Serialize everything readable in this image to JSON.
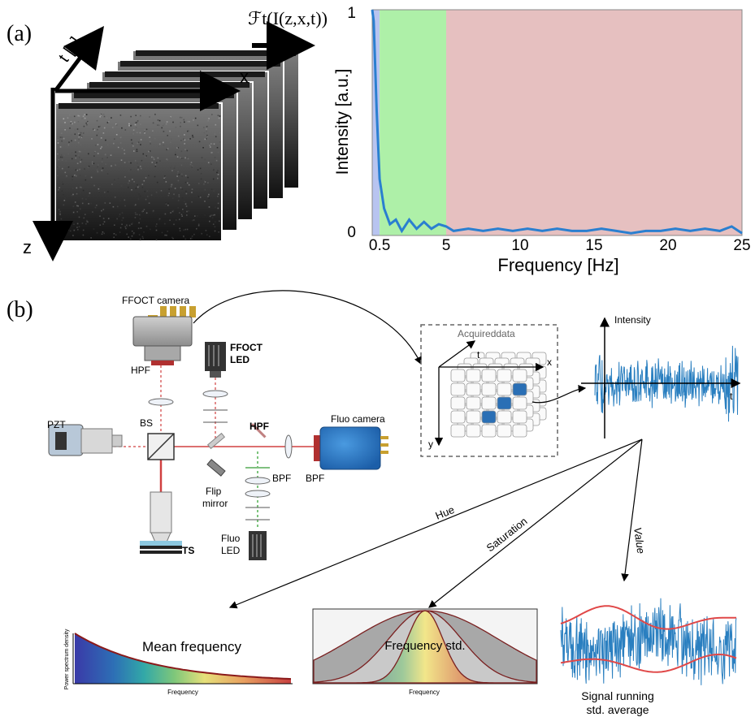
{
  "panel_a": {
    "label": "(a)",
    "stack_axes": {
      "t": "t [s]",
      "x": "x",
      "z": "z"
    },
    "transform_label": "ℱt(I(z,x,t))",
    "plot": {
      "ylabel": "Intensity [a.u.]",
      "xlabel": "Frequency [Hz]",
      "ytick_top": "1",
      "ytick_bottom": "0",
      "xticks": [
        "0.5",
        "5",
        "10",
        "15",
        "20",
        "25"
      ],
      "colors": {
        "low": "#b8c4f0",
        "mid": "#aef0a8",
        "high": "#e6c0c0",
        "line": "#2a7fd0"
      }
    }
  },
  "chart_data": {
    "type": "line",
    "xlabel": "Frequency [Hz]",
    "ylabel": "Intensity [a.u.]",
    "xlim": [
      0,
      25
    ],
    "ylim": [
      0,
      1
    ],
    "bands": [
      [
        0,
        0.5
      ],
      [
        0.5,
        5
      ],
      [
        5,
        25
      ]
    ],
    "x": [
      0,
      0.1,
      0.3,
      0.5,
      0.8,
      1.2,
      1.6,
      2.0,
      2.5,
      3.0,
      3.5,
      4.0,
      4.5,
      5.0,
      5.5,
      6.5,
      7.5,
      8.5,
      9.5,
      10.5,
      11.5,
      12.5,
      13.5,
      14.5,
      15.5,
      16.5,
      17.5,
      18.5,
      19.5,
      20.5,
      21.5,
      22.5,
      23.5,
      24.3,
      25
    ],
    "y": [
      1.0,
      0.95,
      0.55,
      0.25,
      0.12,
      0.05,
      0.07,
      0.02,
      0.07,
      0.03,
      0.06,
      0.03,
      0.05,
      0.04,
      0.02,
      0.03,
      0.02,
      0.03,
      0.02,
      0.03,
      0.02,
      0.03,
      0.02,
      0.02,
      0.03,
      0.02,
      0.01,
      0.02,
      0.02,
      0.03,
      0.02,
      0.03,
      0.02,
      0.04,
      0.01
    ]
  },
  "panel_b": {
    "label": "(b)",
    "optics": {
      "ffoct_camera": "FFOCT camera",
      "hpf_top": "HPF",
      "ffoct_led": "FFOCT\nLED",
      "pzt": "PZT",
      "bs": "BS",
      "hpf_right": "HPF",
      "bpf_right": "BPF",
      "bpf_low": "BPF",
      "flip_mirror": "Flip\nmirror",
      "fluo_led": "Fluo\nLED",
      "ts": "TS",
      "fluo_camera": "Fluo camera"
    },
    "acquired": {
      "title": "Acquireddata",
      "axes": {
        "t": "t",
        "x": "x",
        "y": "y"
      }
    },
    "signal": {
      "ylabel": "Intensity",
      "xlabel": "t"
    },
    "hsv": {
      "hue": "Hue",
      "saturation": "Saturation",
      "value": "Value"
    },
    "mean_freq": {
      "title": "Mean frequency",
      "xlabel": "Frequency",
      "ylabel": "Power spectrum density"
    },
    "freq_std": {
      "title": "Frequency std.",
      "xlabel": "Frequency"
    },
    "running": {
      "caption_line1": "Signal running",
      "caption_line2": "std. average"
    }
  }
}
